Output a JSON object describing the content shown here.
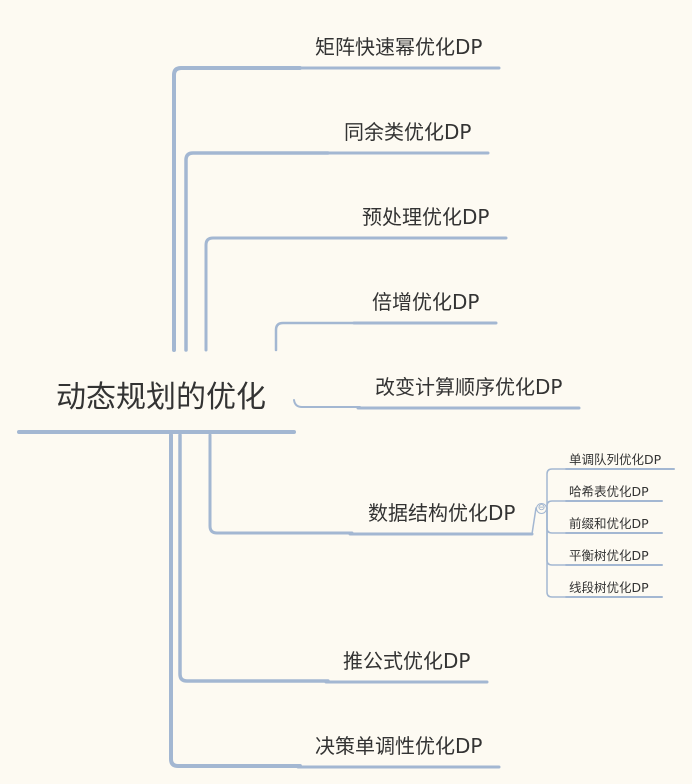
{
  "root": {
    "label": "动态规划的优化"
  },
  "branches": [
    {
      "label": "矩阵快速幂优化DP"
    },
    {
      "label": "同余类优化DP"
    },
    {
      "label": "预处理优化DP"
    },
    {
      "label": "倍增优化DP"
    },
    {
      "label": "改变计算顺序优化DP"
    },
    {
      "label": "数据结构优化DP",
      "children": [
        {
          "label": "单调队列优化DP"
        },
        {
          "label": "哈希表优化DP"
        },
        {
          "label": "前缀和优化DP"
        },
        {
          "label": "平衡树优化DP"
        },
        {
          "label": "线段树优化DP"
        }
      ]
    },
    {
      "label": "推公式优化DP"
    },
    {
      "label": "决策单调性优化DP"
    }
  ],
  "collapse_symbol": "⊖",
  "colors": {
    "background": "#fdfaf2",
    "line": "#a3b7d2",
    "text": "#333333"
  }
}
